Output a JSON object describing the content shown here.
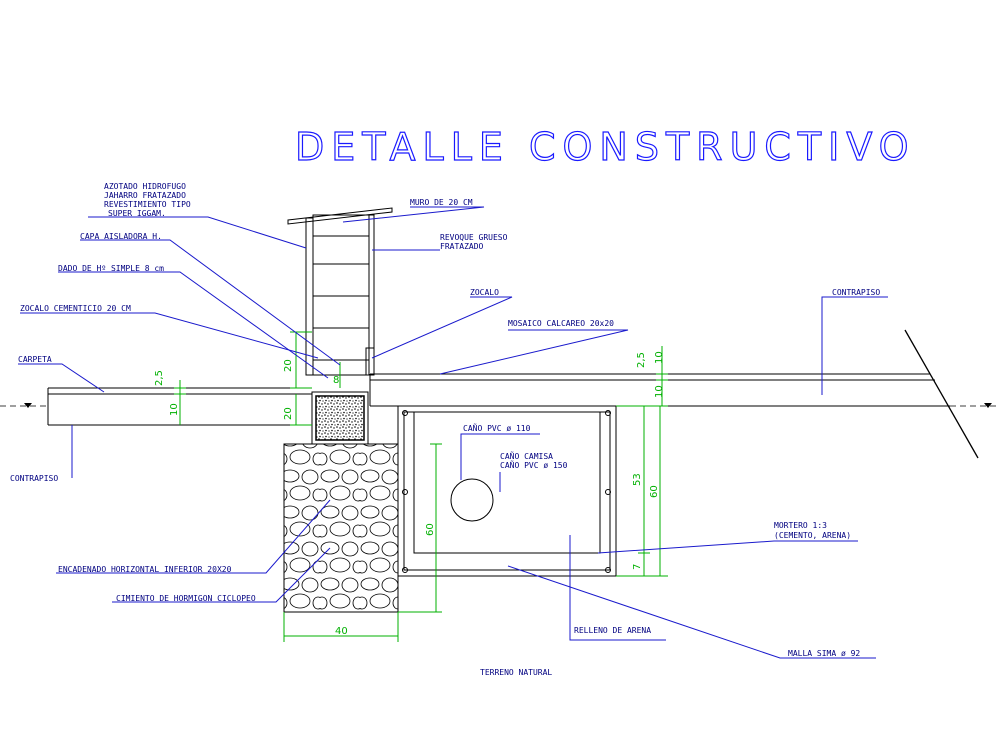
{
  "title": "DETALLE CONSTRUCTIVO",
  "labels": {
    "azotado": "AZOTADO HIDROFUGO",
    "jaharro": "JAHARRO FRATAZADO",
    "revestimiento": "REVESTIMIENTO TIPO",
    "super_iggam": "SUPER IGGAM.",
    "capa_aisladora": "CAPA AISLADORA H.",
    "dado": "DADO DE Hº SIMPLE 8 cm",
    "zocalo_cementicio": "ZOCALO CEMENTICIO 20 CM",
    "carpeta": "CARPETA",
    "contrapiso_left": "CONTRAPISO",
    "encadenado": "ENCADENADO HORIZONTAL INFERIOR 20X20",
    "cimiento": "CIMIENTO DE HORMIGON CICLOPEO",
    "muro": "MURO DE 20 CM",
    "revoque_1": "REVOQUE GRUESO",
    "revoque_2": "FRATAZADO",
    "zocalo": "ZOCALO",
    "contrapiso_right": "CONTRAPISO",
    "mosaico": "MOSAICO CALCAREO 20x20",
    "cano_pvc": "CAÑO PVC ø 110",
    "cano_camisa_1": "CAÑO CAMISA",
    "cano_camisa_2": "CAÑO PVC ø 150",
    "mortero_1": "MORTERO 1:3",
    "mortero_2": "(CEMENTO, ARENA)",
    "relleno": "RELLENO DE ARENA",
    "malla": "MALLA SIMA ø 92",
    "terreno": "TERRENO NATURAL"
  },
  "dimensions": {
    "d20_wall": "20",
    "d8": "8",
    "d20_base": "20",
    "d25_left": "2,5",
    "d10_left": "10",
    "d25_right": "2,5",
    "d10_right_top": "10",
    "d10_right": "10",
    "d53": "53",
    "d60_right": "60",
    "d7": "7",
    "d60_left": "60",
    "d40": "40"
  },
  "colors": {
    "label": "#000080",
    "leader": "#1a1acc",
    "dimension": "#00b000",
    "title": "#1a1aff",
    "line": "#000000"
  }
}
